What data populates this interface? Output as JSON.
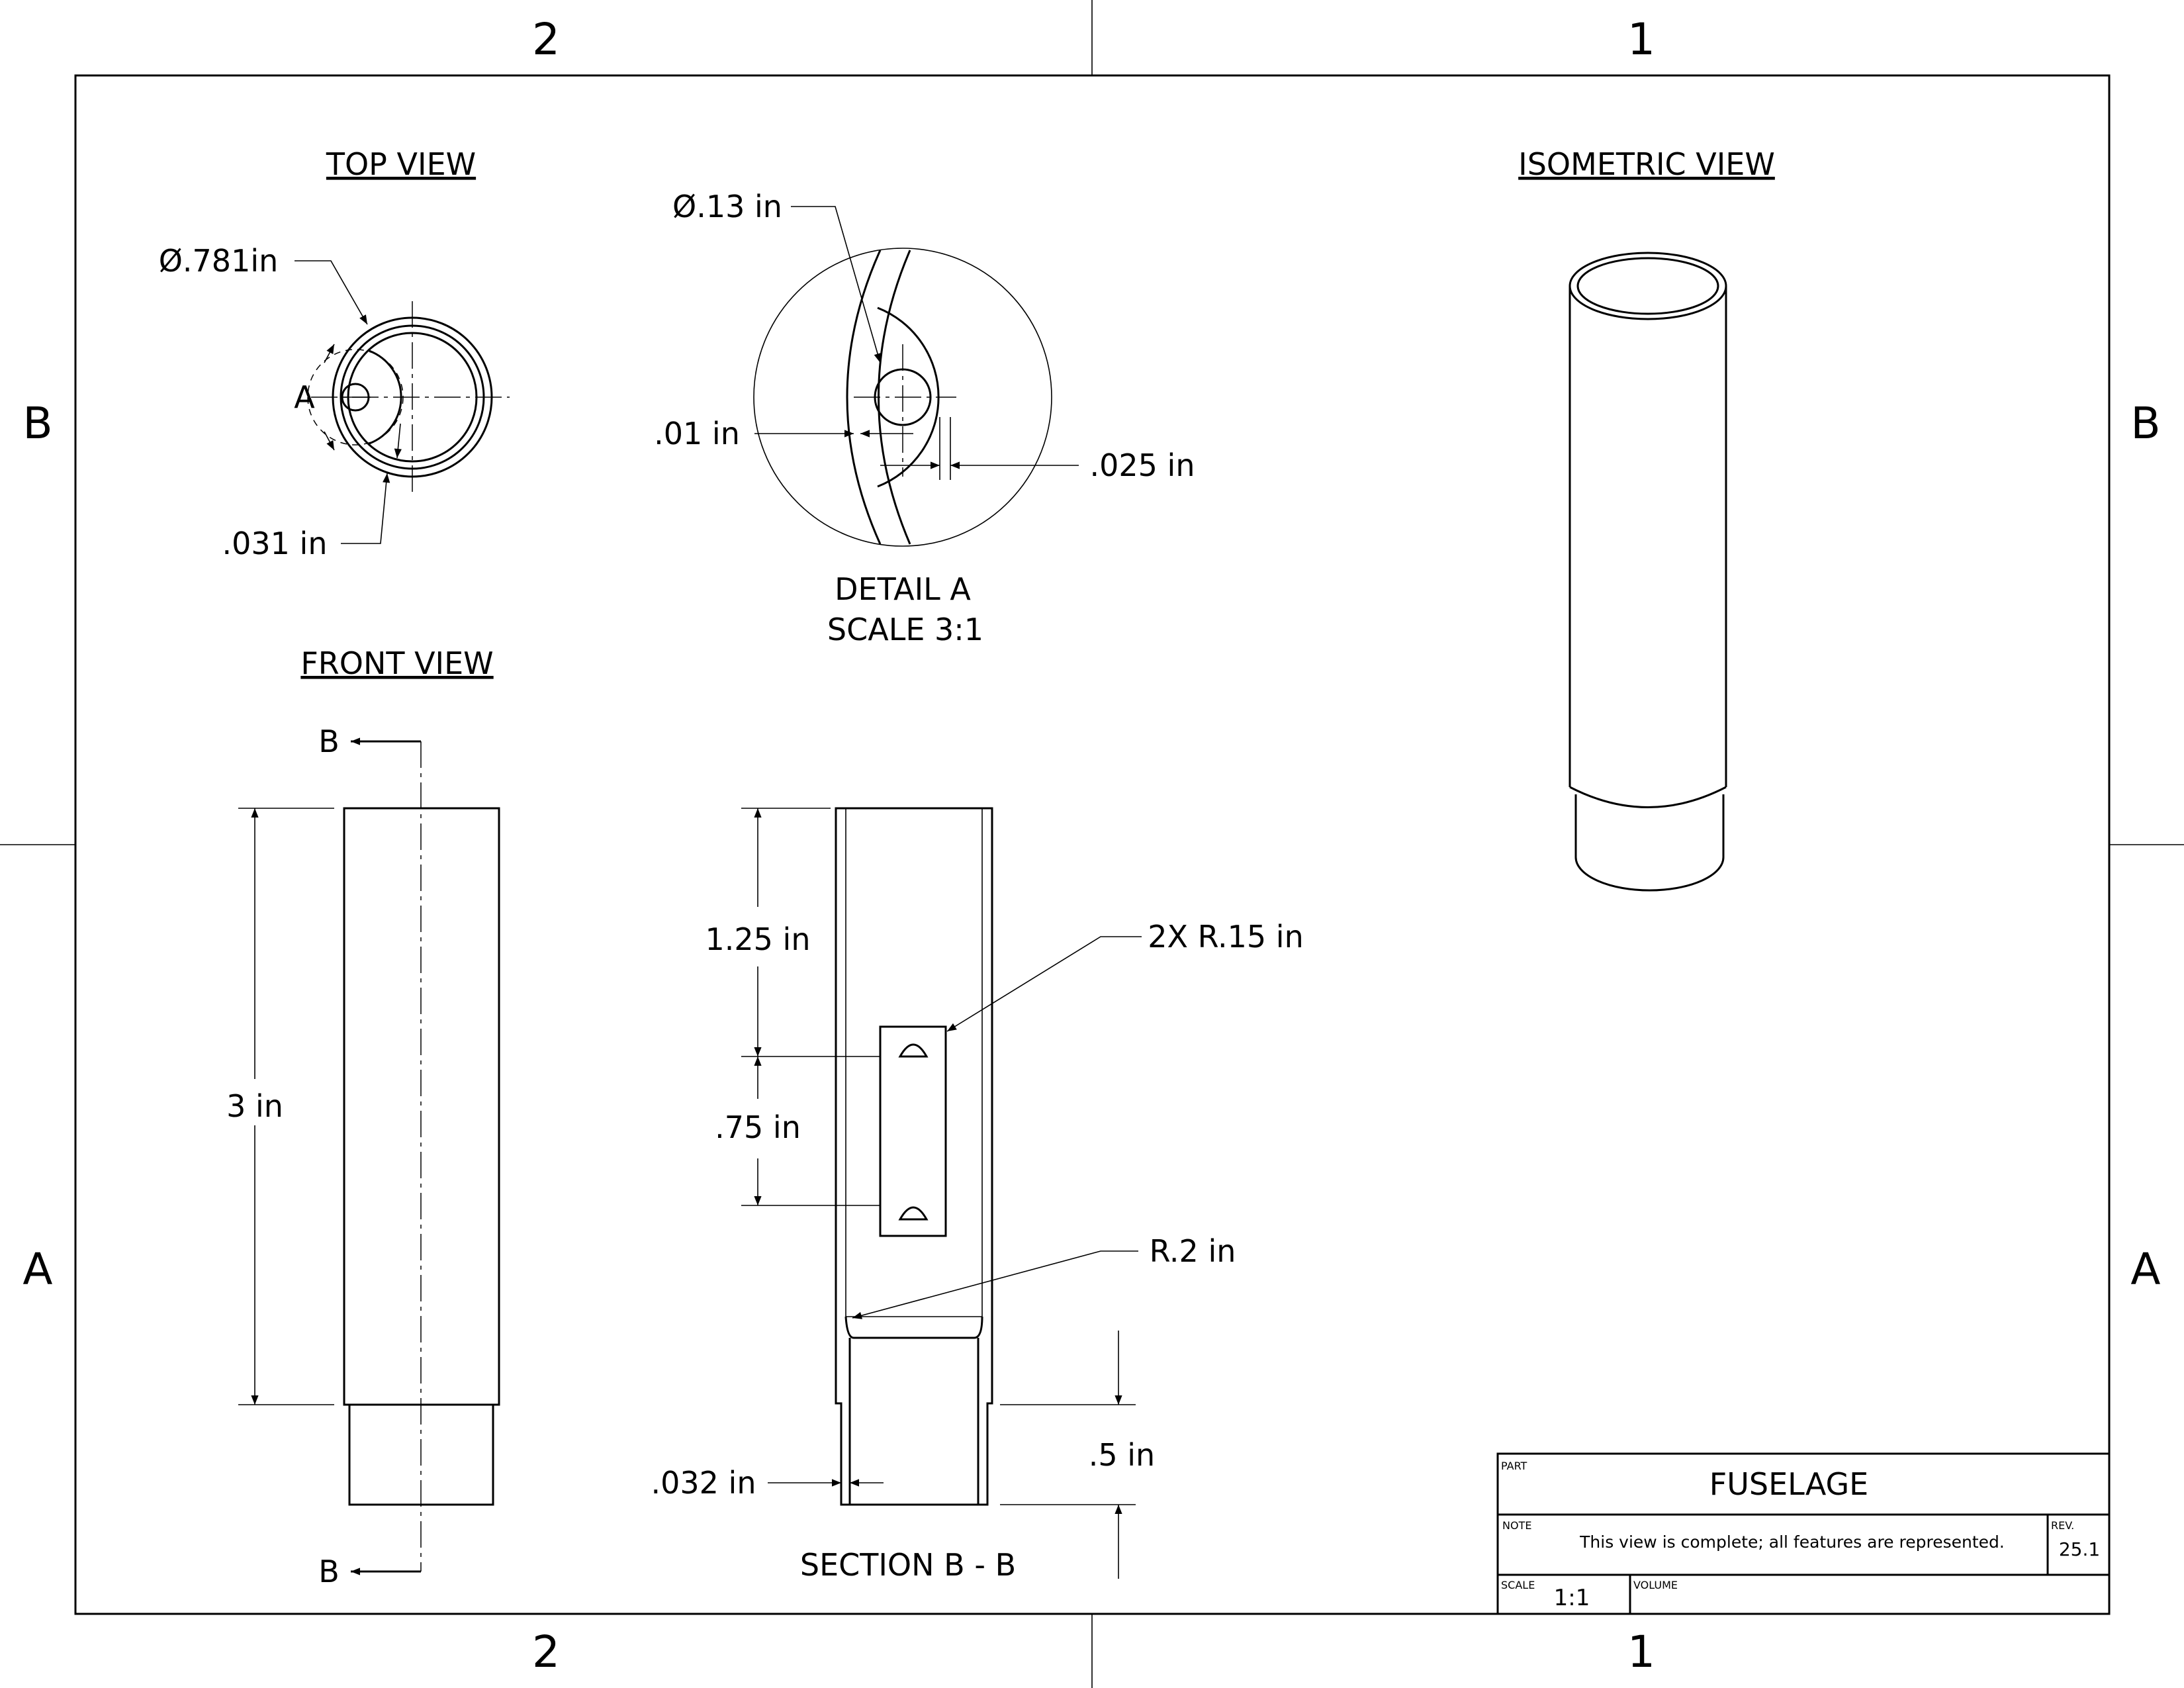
{
  "zones": {
    "columns": [
      "2",
      "1"
    ],
    "rows": [
      "B",
      "A"
    ]
  },
  "top_view": {
    "title": "TOP VIEW",
    "dim_diameter": "Ø.781in",
    "dim_wall": ".031 in",
    "detail_label": "A"
  },
  "detail_a": {
    "dim_hole": "Ø.13 in",
    "dim_small": ".01 in",
    "dim_offset": ".025 in",
    "title": "DETAIL A",
    "scale": "SCALE 3:1"
  },
  "isometric_view": {
    "title": "ISOMETRIC VIEW"
  },
  "front_view": {
    "title": "FRONT VIEW",
    "dim_length": "3 in",
    "section_label_top": "B",
    "section_label_bottom": "B"
  },
  "section_view": {
    "title": "SECTION B - B",
    "dim_top": "1.25 in",
    "dim_slot": ".75 in",
    "dim_radius_slot": "2X R.15 in",
    "dim_radius_step": "R.2 in",
    "dim_step_len": ".5 in",
    "dim_wall": ".032 in"
  },
  "title_block": {
    "part_label": "PART",
    "part_name": "FUSELAGE",
    "note_label": "NOTE",
    "note": "This view is complete; all features are represented.",
    "rev_label": "REV.",
    "rev": "25.1",
    "scale_label": "SCALE",
    "scale": "1:1",
    "volume_label": "VOLUME"
  }
}
